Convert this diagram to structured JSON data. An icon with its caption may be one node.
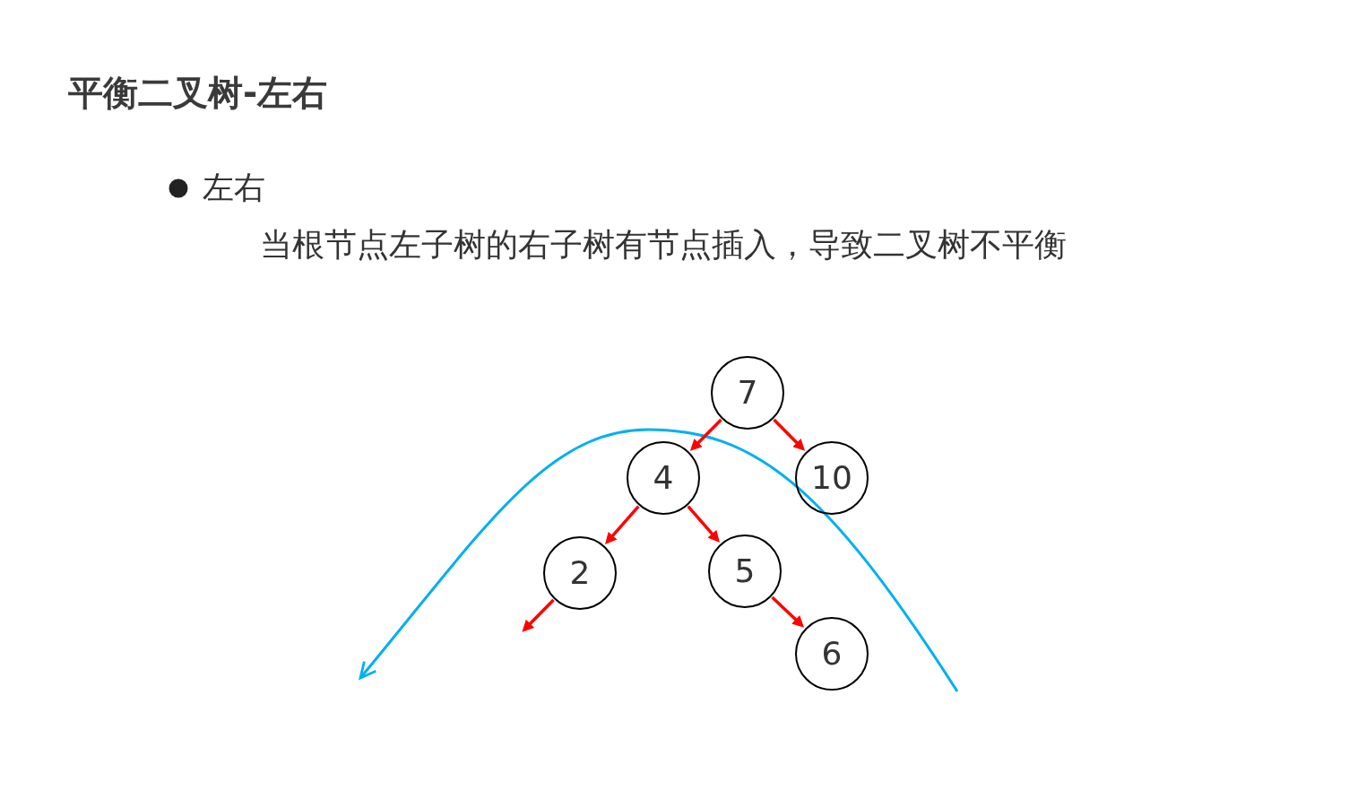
{
  "diagram": {
    "title": "平衡二叉树-左右",
    "nodes": [
      {
        "text": [
          "7"
        ]
      },
      {
        "text": [
          "4"
        ]
      },
      {
        "text": [
          "10"
        ]
      },
      {
        "text": [
          "2"
        ]
      },
      {
        "text": [
          "5"
        ]
      },
      {
        "text": [
          "6"
        ]
      }
    ],
    "edges": [
      {
        "from": 0,
        "to": 1,
        "arrow": "to"
      },
      {
        "from": 0,
        "to": 2,
        "arrow": "to"
      },
      {
        "from": 1,
        "to": 3,
        "arrow": "to"
      },
      {
        "from": 1,
        "to": 4,
        "arrow": "to"
      },
      {
        "from": 3,
        "to": null,
        "arrow": "to"
      },
      {
        "from": 4,
        "to": 5,
        "arrow": "to"
      }
    ],
    "labels": [
      "左右",
      "当根节点左子树的右子树有节点插入，导致二叉树不平衡"
    ]
  }
}
